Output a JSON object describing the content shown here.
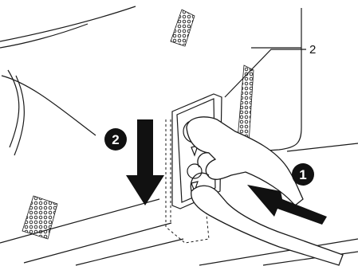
{
  "figure": {
    "step_1": "1",
    "step_2": "2",
    "callout_2": "2"
  },
  "colors": {
    "line": "#1a1a1a",
    "arrow": "#111111",
    "background": "#ffffff"
  },
  "icons": [
    "step-1-badge",
    "step-2-badge",
    "push-arrow",
    "slide-down-arrow",
    "air-vent-pattern"
  ]
}
